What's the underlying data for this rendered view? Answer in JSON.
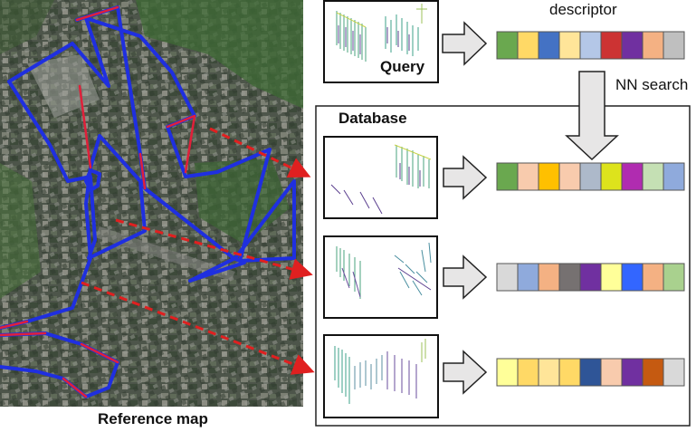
{
  "labels": {
    "reference_map": "Reference map",
    "query": "Query",
    "descriptor": "descriptor",
    "nn_search": "NN search",
    "database": "Database"
  },
  "descriptors": {
    "query": [
      "#6aa84f",
      "#ffd966",
      "#4472c4",
      "#ffe599",
      "#b4c7e7",
      "#cc3333",
      "#7030a0",
      "#f4b183",
      "#bfbfbf"
    ],
    "db1": [
      "#6aa84f",
      "#f8cbad",
      "#ffc000",
      "#f8cbad",
      "#adb9ca",
      "#dde31c",
      "#b02cb0",
      "#c5e0b4",
      "#8faadc"
    ],
    "db2": [
      "#d9d9d9",
      "#8faadc",
      "#f4b183",
      "#767171",
      "#7030a0",
      "#ffff99",
      "#3366ff",
      "#f4b183",
      "#a9d18e"
    ],
    "db3": [
      "#ffff99",
      "#ffd966",
      "#ffe599",
      "#ffd966",
      "#2f5597",
      "#f8cbad",
      "#7030a0",
      "#c55a11",
      "#d9d9d9"
    ]
  },
  "colors": {
    "trajectory": "#1f2fe0",
    "trajectory_overlay": "#e0203a",
    "link": "#e02020",
    "arrow_fill": "#e7e6e6"
  }
}
